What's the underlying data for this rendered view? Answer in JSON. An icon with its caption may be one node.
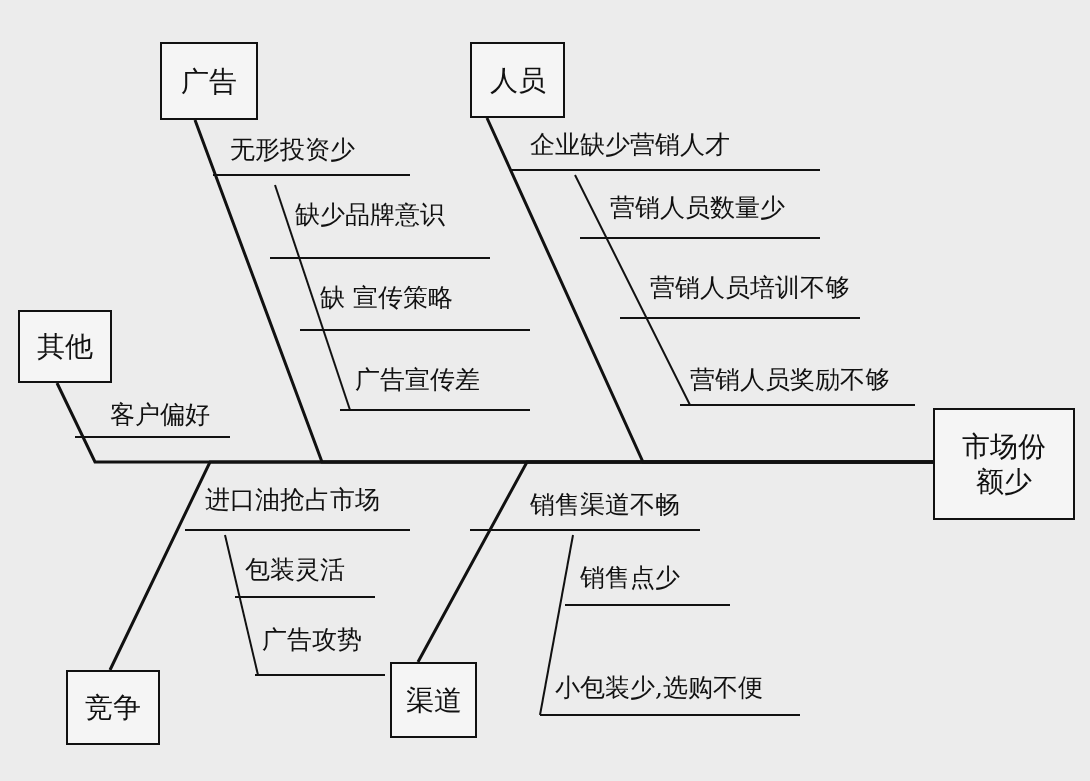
{
  "diagram": {
    "nodes": [
      {
        "text": [
          "广告"
        ]
      },
      {
        "text": [
          "人员"
        ]
      },
      {
        "text": [
          "其他"
        ]
      },
      {
        "text": [
          "市场份额少"
        ]
      },
      {
        "text": [
          "竞争"
        ]
      },
      {
        "text": [
          "渠道"
        ]
      }
    ],
    "edges": [
      {
        "from": 0,
        "to": 3,
        "arrow": "none"
      },
      {
        "from": 1,
        "to": 3,
        "arrow": "none"
      },
      {
        "from": 2,
        "to": 3,
        "arrow": "none"
      },
      {
        "from": 4,
        "to": 3,
        "arrow": "none"
      },
      {
        "from": 5,
        "to": 3,
        "arrow": "none"
      }
    ],
    "labels": [
      "无形投资少",
      "缺少品牌意识",
      "缺 宣传策略",
      "广告宣传差",
      "企业缺少营销人才",
      "营销人员数量少",
      "营销人员培训不够",
      "营销人员奖励不够",
      "客户偏好",
      "进口油抢占市场",
      "包装灵活",
      "广告攻势",
      "销售渠道不畅",
      "销售点少",
      "小包装少,选购不便"
    ]
  }
}
